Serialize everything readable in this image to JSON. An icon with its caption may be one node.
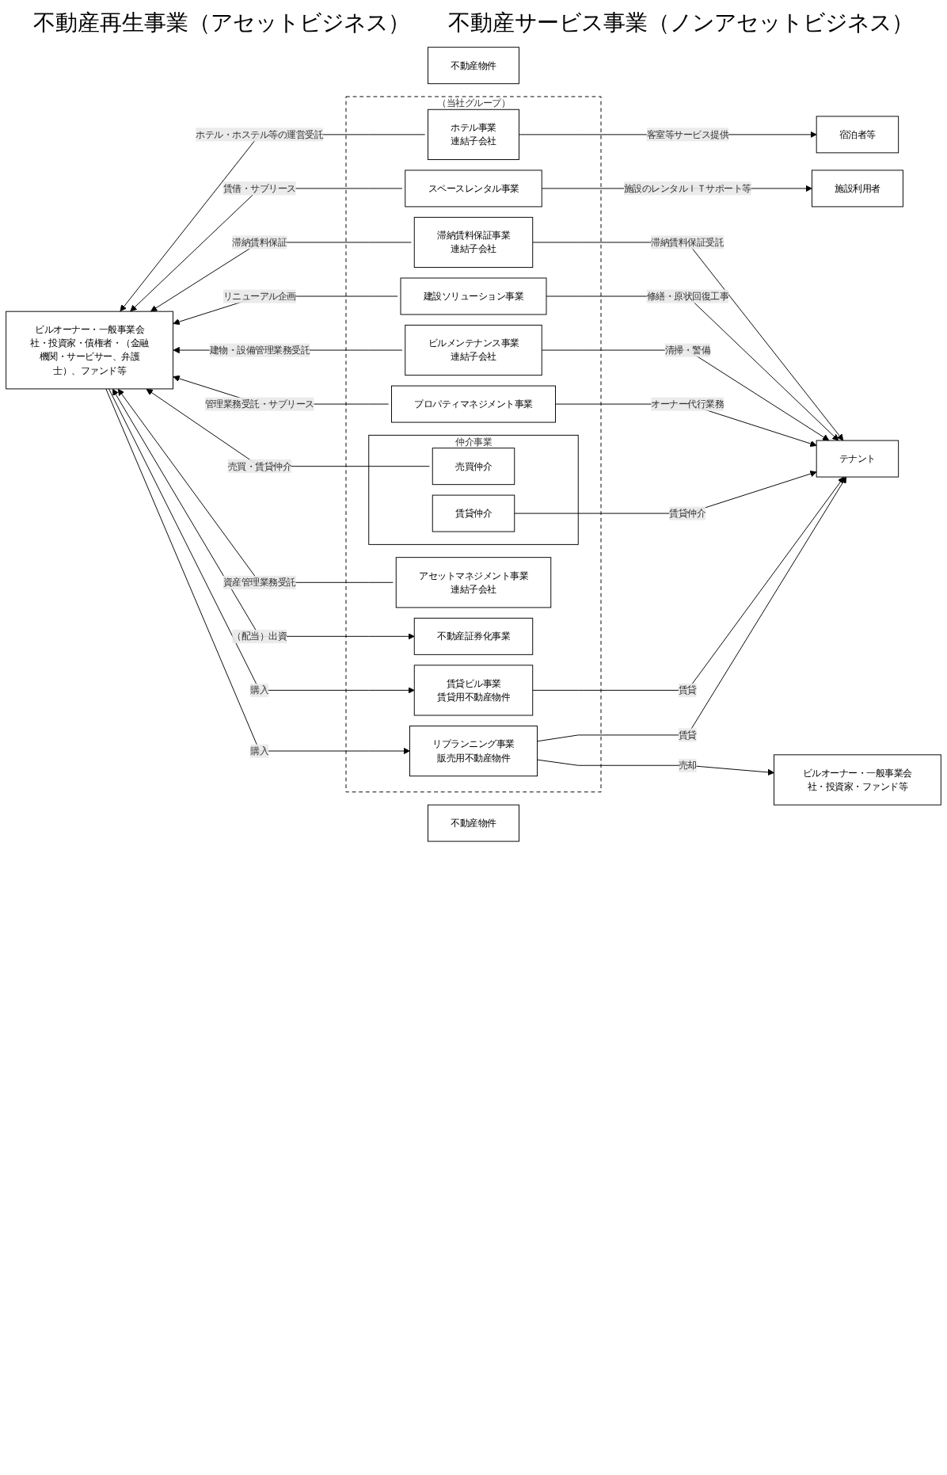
{
  "diagram": {
    "nodes": [
      {
        "text": [
          "ビルオーナー・一般事業会社・投資家・債権者・（金融機関・サービサー、弁護士）、ファンド等"
        ]
      },
      {
        "text": [
          "（当社グループ）"
        ]
      },
      {
        "text": [
          "リプランニング事業",
          "販売用不動産物件"
        ],
        "in": 1
      },
      {
        "text": [
          "賃貸ビル事業",
          "賃貸用不動産物件"
        ],
        "in": 1
      },
      {
        "text": [
          "不動産証券化事業"
        ],
        "in": 1
      },
      {
        "text": [
          "アセットマネジメント事業",
          "連結子会社"
        ],
        "in": 1
      },
      {
        "text": [
          "仲介事業"
        ],
        "in": 1
      },
      {
        "text": [
          "売買仲介"
        ],
        "in": 6
      },
      {
        "text": [
          "賃貸仲介"
        ],
        "in": 6
      },
      {
        "text": [
          "プロパティマネジメント事業"
        ],
        "in": 1
      },
      {
        "text": [
          "ビルメンテナンス事業",
          "連結子会社"
        ],
        "in": 1
      },
      {
        "text": [
          "建設ソリューション事業"
        ],
        "in": 1
      },
      {
        "text": [
          "滞納賃料保証事業",
          "連結子会社"
        ],
        "in": 1
      },
      {
        "text": [
          "スペースレンタル事業"
        ],
        "in": 1
      },
      {
        "text": [
          "ホテル事業",
          "連結子会社"
        ],
        "in": 1
      },
      {
        "text": [
          "不動産物件"
        ]
      },
      {
        "text": [
          "不動産物件"
        ]
      },
      {
        "text": [
          "ビルオーナー・一般事業会社・投資家・ファンド等"
        ]
      },
      {
        "text": [
          "テナント"
        ]
      },
      {
        "text": [
          "施設利用者"
        ]
      },
      {
        "text": [
          "宿泊者等"
        ]
      }
    ],
    "edges": [
      {
        "from": 0,
        "to": 2,
        "arrow": "to",
        "label": "購入"
      },
      {
        "from": 2,
        "to": 17,
        "arrow": "to",
        "label": "売却"
      },
      {
        "from": 2,
        "to": 18,
        "arrow": "to",
        "label": "賃貸"
      },
      {
        "from": 0,
        "to": 3,
        "arrow": "to",
        "label": "購入"
      },
      {
        "from": 3,
        "to": 18,
        "arrow": "to",
        "label": "賃貸"
      },
      {
        "from": 0,
        "to": 4,
        "arrow": "both",
        "label": "（配当）出資"
      },
      {
        "from": 5,
        "to": 0,
        "arrow": "to",
        "label": "資産管理業務受託"
      },
      {
        "from": 7,
        "to": 0,
        "arrow": "to",
        "label": "売買・賃貸仲介"
      },
      {
        "from": 8,
        "to": 18,
        "arrow": "to",
        "label": "賃貸仲介"
      },
      {
        "from": 9,
        "to": 0,
        "arrow": "to",
        "label": "管理業務受託・サブリース"
      },
      {
        "from": 9,
        "to": 18,
        "arrow": "to",
        "label": "オーナー代行業務"
      },
      {
        "from": 10,
        "to": 0,
        "arrow": "to",
        "label": "建物・設備管理業務受託"
      },
      {
        "from": 10,
        "to": 18,
        "arrow": "to",
        "label": "清掃・警備"
      },
      {
        "from": 11,
        "to": 0,
        "arrow": "to",
        "label": "リニューアル企画"
      },
      {
        "from": 11,
        "to": 18,
        "arrow": "to",
        "label": "修繕・原状回復工事"
      },
      {
        "from": 12,
        "to": 0,
        "arrow": "to",
        "label": "滞納賃料保証"
      },
      {
        "from": 12,
        "to": 18,
        "arrow": "to",
        "label": "滞納賃料保証受託"
      },
      {
        "from": 13,
        "to": 0,
        "arrow": "to",
        "label": "賃借・サブリース"
      },
      {
        "from": 13,
        "to": 19,
        "arrow": "to",
        "label": "施設のレンタルＩＴサポート等"
      },
      {
        "from": 14,
        "to": 0,
        "arrow": "to",
        "label": "ホテル・ホステル等の運営受託"
      },
      {
        "from": 14,
        "to": 20,
        "arrow": "to",
        "label": "客室等サービス提供"
      }
    ],
    "labels": [
      "不動産再生事業（アセットビジネス）",
      "不動産サービス事業（ノンアセットビジネス）"
    ]
  }
}
